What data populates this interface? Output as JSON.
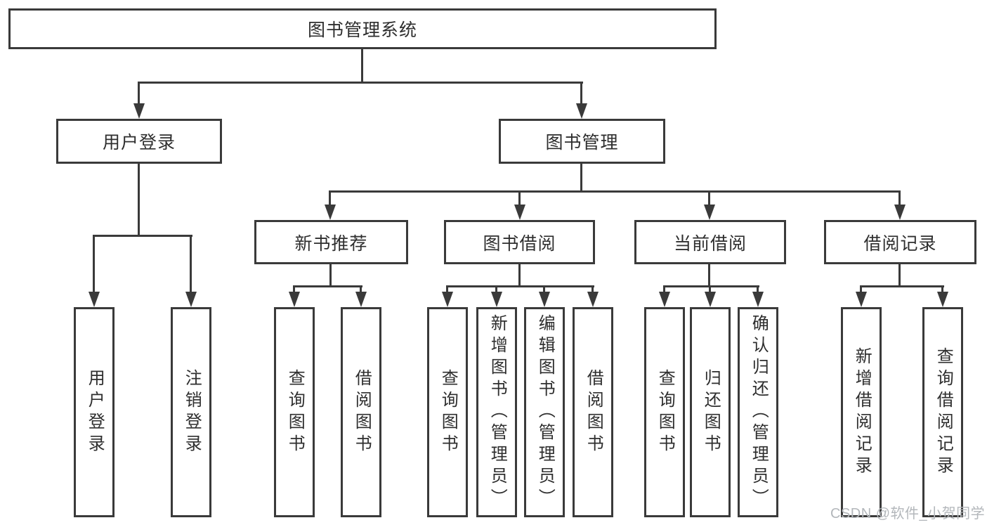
{
  "diagram": {
    "root": "图书管理系统",
    "level2": [
      "用户登录",
      "图书管理"
    ],
    "level3": [
      "新书推荐",
      "图书借阅",
      "当前借阅",
      "借阅记录"
    ],
    "leaves_user_login": [
      "用户登录",
      "注销登录"
    ],
    "leaves_new_books": [
      "查询图书",
      "借阅图书"
    ],
    "leaves_book_borrow": [
      "查询图书",
      "新增图书（管理员）",
      "编辑图书（管理员）",
      "借阅图书"
    ],
    "leaves_current_borrow": [
      "查询图书",
      "归还图书",
      "确认归还（管理员）"
    ],
    "leaves_borrow_records": [
      "新增借阅记录",
      "查询借阅记录"
    ]
  },
  "watermark": "CSDN @软件_小贺同学",
  "colors": {
    "line": "#3a3a3a",
    "text": "#2e2e2e",
    "watermark": "#b3b7bb",
    "background": "#ffffff"
  }
}
